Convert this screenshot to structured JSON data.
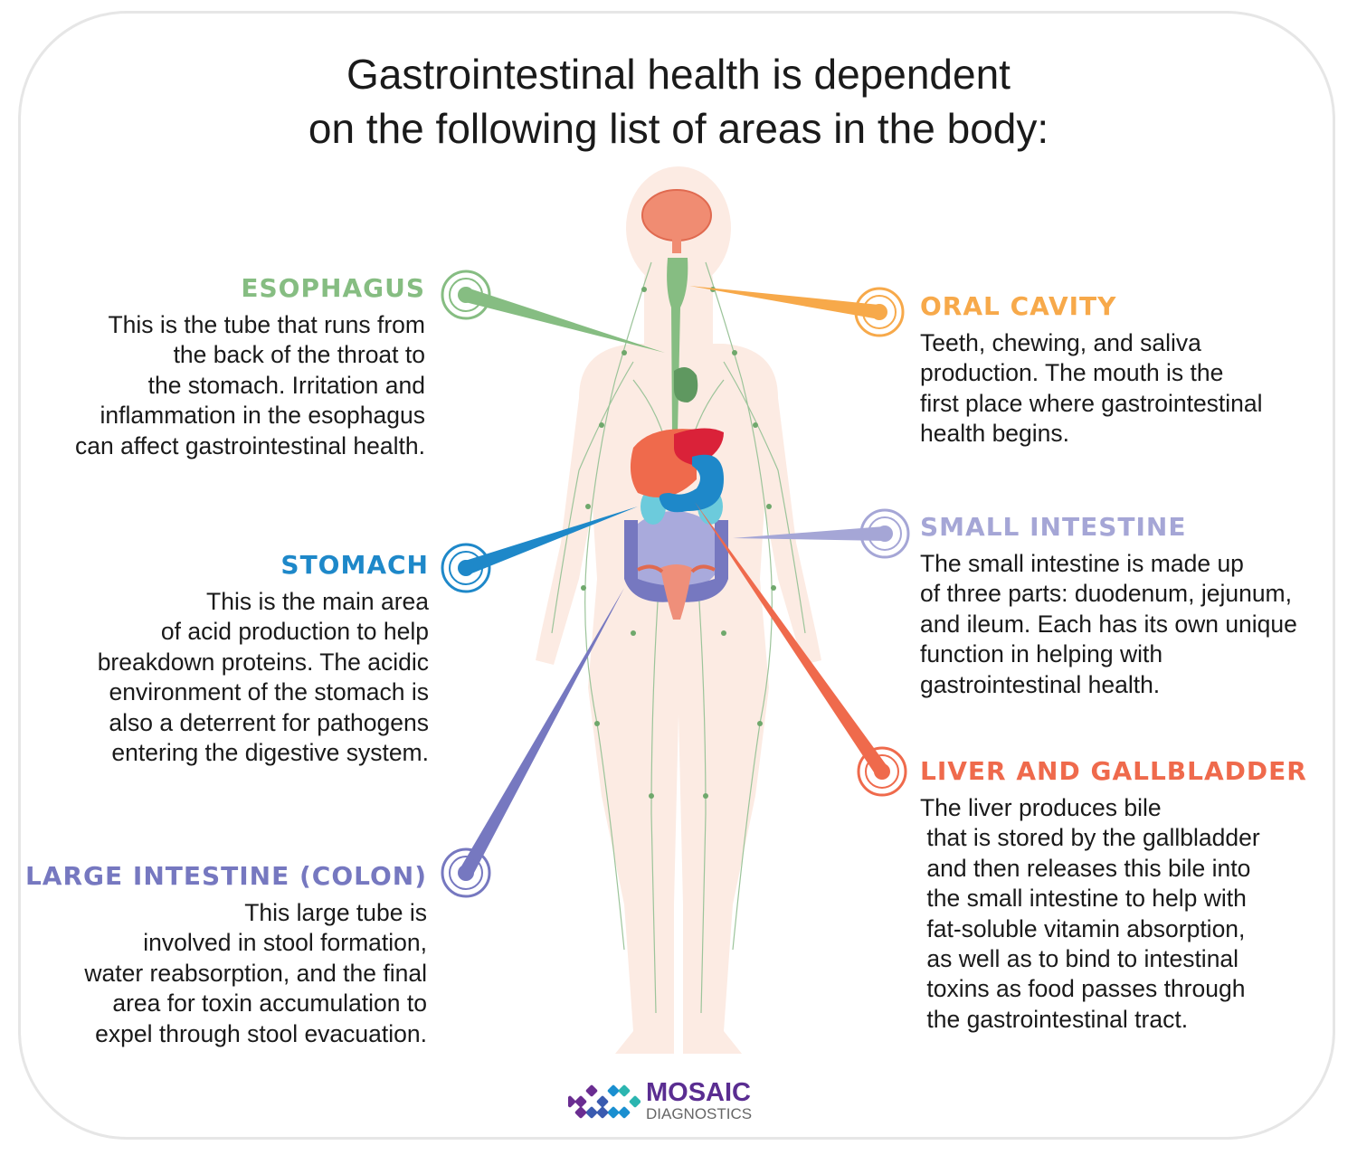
{
  "title": {
    "line1": "Gastrointestinal health is dependent",
    "line2": "on the following list of areas in the body:"
  },
  "areas": {
    "esophagus": {
      "heading": "ESOPHAGUS",
      "color": "#86bd82",
      "lines": [
        "This is the tube that runs from",
        "the back of the throat to",
        "the stomach. Irritation and",
        "inflammation in the esophagus",
        "can affect gastrointestinal health."
      ]
    },
    "stomach": {
      "heading": "STOMACH",
      "color": "#1e88c9",
      "lines": [
        "This is the main area",
        "of acid production to help",
        "breakdown proteins. The acidic",
        "environment of the stomach is",
        "also a deterrent for pathogens",
        "entering the digestive system."
      ]
    },
    "large_intestine": {
      "heading": "LARGE INTESTINE (COLON)",
      "color": "#7678c0",
      "lines": [
        "This large tube is",
        "involved in stool formation,",
        "water reabsorption, and the final",
        "area for toxin accumulation to",
        "expel through stool evacuation."
      ]
    },
    "oral_cavity": {
      "heading": "ORAL CAVITY",
      "color": "#f7a94a",
      "lines": [
        "Teeth, chewing, and saliva",
        "production. The mouth is the",
        "first place where gastrointestinal",
        "health begins."
      ]
    },
    "small_intestine": {
      "heading": "SMALL INTESTINE",
      "color": "#a5a6d6",
      "lines": [
        "The small intestine is made up",
        "of three parts: duodenum, jejunum,",
        "and ileum. Each has its own unique",
        "function in helping with",
        "gastrointestinal health."
      ]
    },
    "liver_gallbladder": {
      "heading": "LIVER AND GALLBLADDER",
      "color": "#ef6a4c",
      "lines": [
        "The liver produces bile",
        " that is stored by the gallbladder",
        " and then releases this bile into",
        " the small intestine to help with",
        " fat-soluble vitamin absorption,",
        " as well as to bind to intestinal",
        " toxins as food passes through",
        " the gastrointestinal tract."
      ]
    }
  },
  "logo": {
    "name": "MOSAIC",
    "sub": "DIAGNOSTICS",
    "colors": [
      "#6a2d91",
      "#3a5bb0",
      "#1a8fd0",
      "#2bb5b0"
    ]
  }
}
